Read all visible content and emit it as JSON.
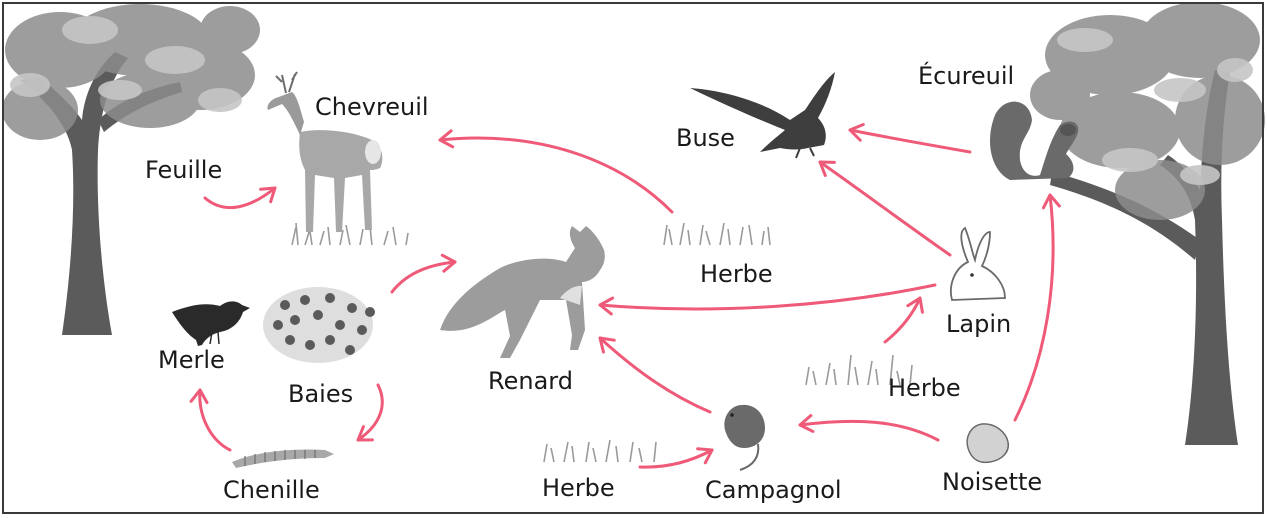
{
  "colors": {
    "arrow": "#ee5a78",
    "foliage": "#8c8c8c",
    "trunk": "#5b5b5b",
    "grass": "#9a9a9a",
    "ink": "#1a1a1a"
  },
  "labels": {
    "chevreuil": "Chevreuil",
    "feuille": "Feuille",
    "buse": "Buse",
    "ecureuil": "Écureuil",
    "herbe_top": "Herbe",
    "renard": "Renard",
    "merle": "Merle",
    "baies": "Baies",
    "lapin": "Lapin",
    "herbe_mid": "Herbe",
    "chenille": "Chenille",
    "herbe_bottom": "Herbe",
    "campagnol": "Campagnol",
    "noisette": "Noisette"
  },
  "icons": {
    "tree_left": "tree-icon",
    "tree_right": "tree-icon",
    "deer": "deer-icon",
    "buzzard": "bird-of-prey-icon",
    "squirrel": "squirrel-icon",
    "fox": "fox-icon",
    "blackbird": "blackbird-icon",
    "berries": "berry-bush-icon",
    "rabbit": "rabbit-icon",
    "caterpillar": "caterpillar-icon",
    "vole": "vole-icon",
    "hazelnut": "hazelnut-icon",
    "grass": "grass-tuft-icon"
  }
}
